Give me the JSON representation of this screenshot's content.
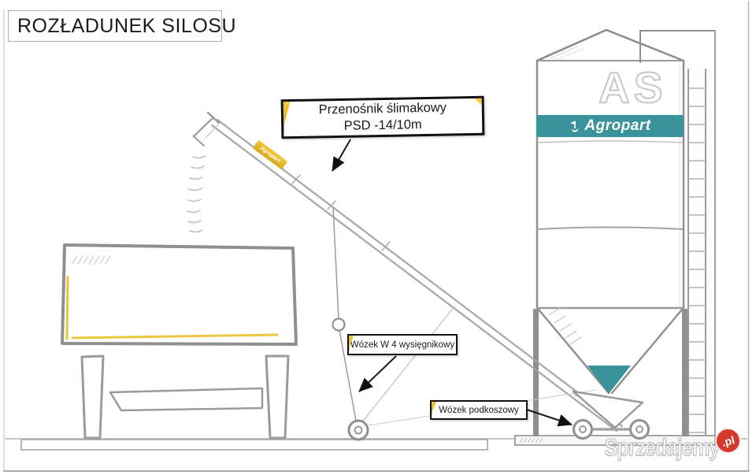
{
  "page": {
    "title": "ROZŁADUNEK SILOSU"
  },
  "callouts": {
    "conveyor": {
      "line1": "Przenośnik ślimakowy",
      "line2": "PSD -14/10m"
    },
    "boom_cart": {
      "label": "Wózek W 4 wysięgnikowy"
    },
    "hopper_cart": {
      "label": "Wózek podkoszowy"
    }
  },
  "silo": {
    "model_text": "AS",
    "brand": "Agropart"
  },
  "conveyor": {
    "tag": "Agropart"
  },
  "watermark": {
    "text": "Sprzedajemy",
    "badge": ".pl"
  },
  "colors": {
    "teal": "#3A929B",
    "accent_yellow": "#EABB2B",
    "badge_red": "#D6382E",
    "sketch_gray": "#9A9A9A",
    "ink": "#111111"
  }
}
